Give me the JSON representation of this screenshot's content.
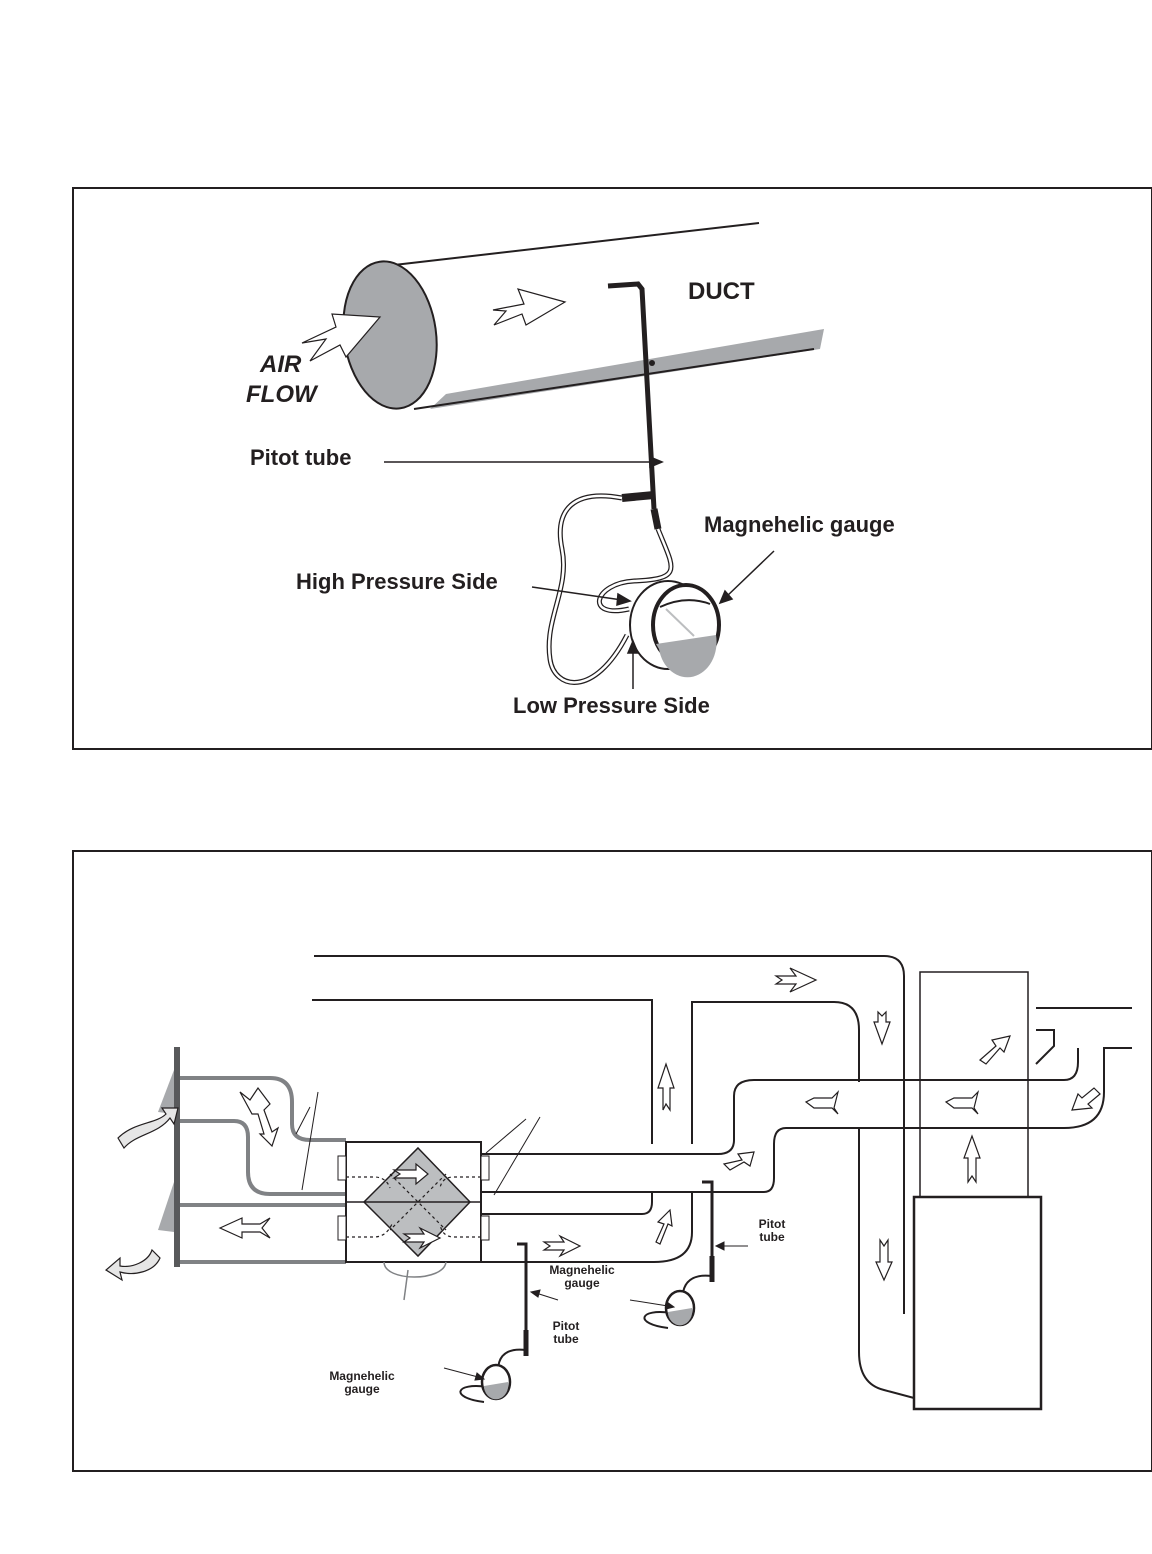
{
  "figure_top": {
    "labels": {
      "duct": "DUCT",
      "air_flow_line1": "AIR",
      "air_flow_line2": "FLOW",
      "pitot_tube": "Pitot tube",
      "magnehelic_gauge": "Magnehelic gauge",
      "high_pressure_side": "High Pressure Side",
      "low_pressure_side": "Low Pressure Side"
    },
    "colors": {
      "line": "#231f20",
      "fill_gray": "#a7a9ac"
    }
  },
  "figure_bottom": {
    "labels": {
      "gauge_left_line1": "Magnehelic",
      "gauge_left_line2": "gauge",
      "pitot_left_line1": "Pitot",
      "pitot_left_line2": "tube",
      "gauge_right_line1": "Magnehelic",
      "gauge_right_line2": "gauge",
      "pitot_right_line1": "Pitot",
      "pitot_right_line2": "tube"
    },
    "icons": [
      "airflow-arrow-icon",
      "heat-exchanger-core-icon",
      "magnehelic-gauge-icon",
      "pitot-tube-icon",
      "furnace-box-icon"
    ]
  }
}
